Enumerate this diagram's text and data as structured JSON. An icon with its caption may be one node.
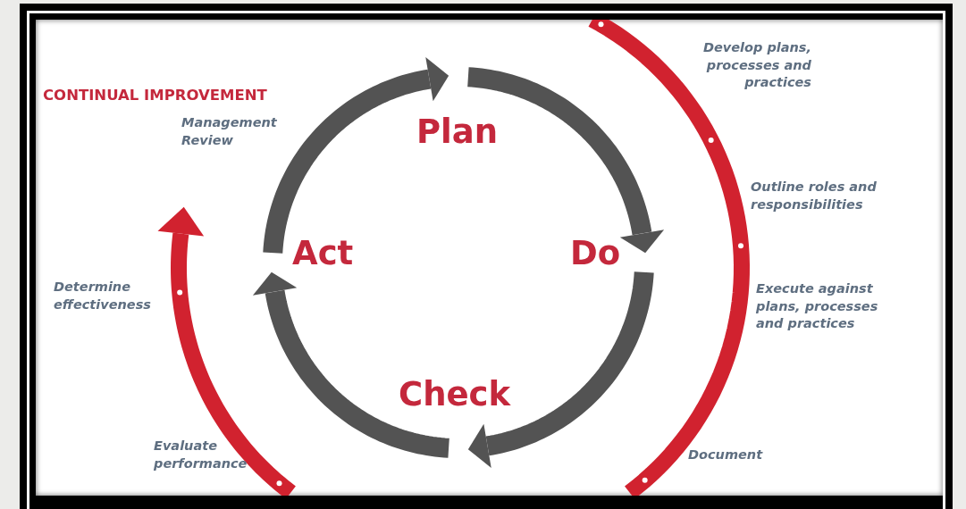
{
  "diagram": {
    "nodes": [
      {
        "text": [
          "Plan"
        ]
      },
      {
        "text": [
          "Do"
        ]
      },
      {
        "text": [
          "Check"
        ]
      },
      {
        "text": [
          "Act"
        ]
      }
    ],
    "edges": [
      {
        "from": 3,
        "to": 0,
        "arrow": "to"
      },
      {
        "from": 0,
        "to": 1,
        "arrow": "to"
      },
      {
        "from": 1,
        "to": 2,
        "arrow": "to"
      },
      {
        "from": 2,
        "to": 3,
        "arrow": "to"
      }
    ],
    "labels": [
      "CONTINUAL IMPROVEMENT",
      "Management Review",
      "Develop plans, processes and practices",
      "Outline roles and responsibilities",
      "Determine effectiveness",
      "Execute against plans, processes and practices",
      "Evaluate performance",
      "Document"
    ]
  }
}
